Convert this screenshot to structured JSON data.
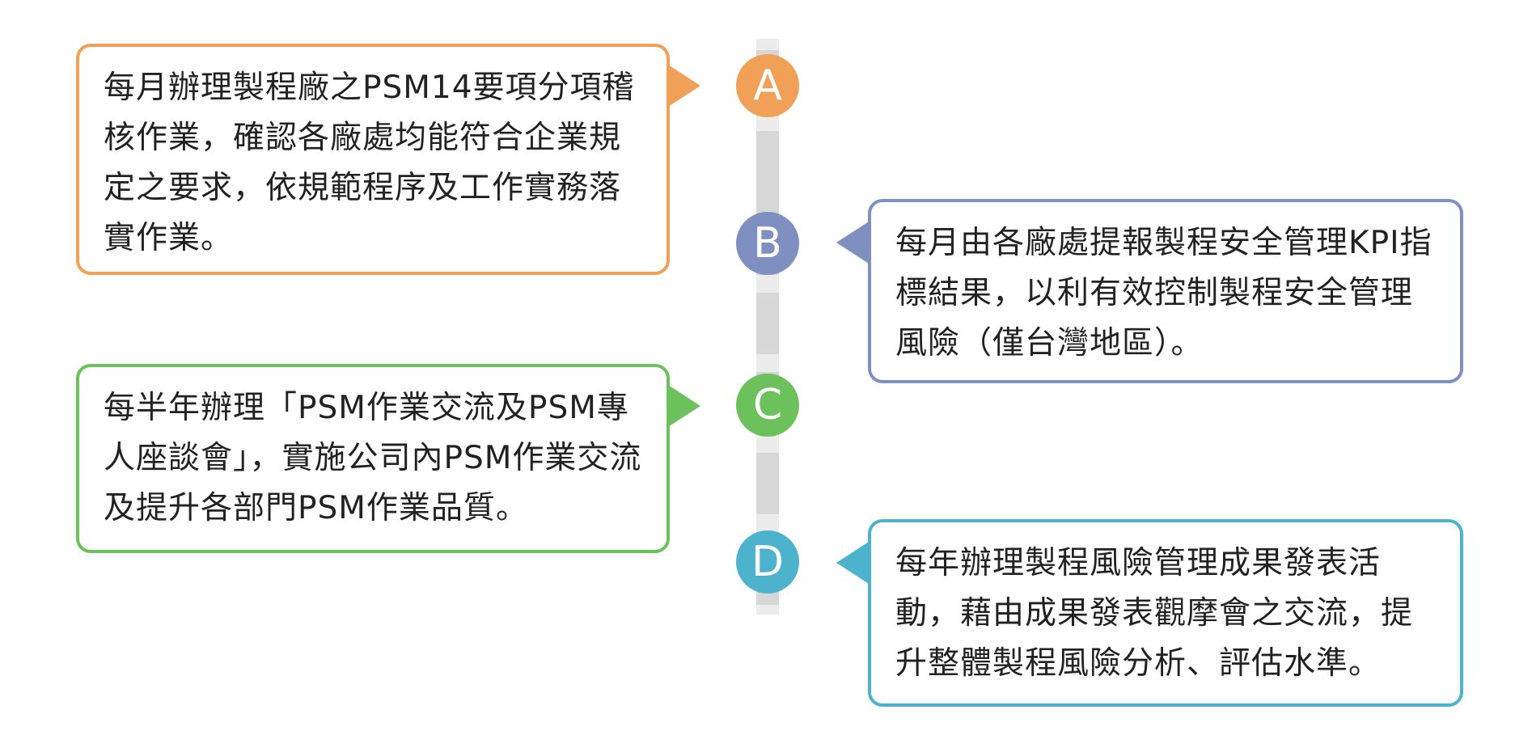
{
  "steps": [
    {
      "marker": "A",
      "color": "#f0a057",
      "side": "left",
      "text": "每月辦理製程廠之PSM14要項分項稽核作業，確認各廠處均能符合企業規定之要求，依規範程序及工作實務落實作業。"
    },
    {
      "marker": "B",
      "color": "#7f8fc0",
      "side": "right",
      "text": "每月由各廠處提報製程安全管理KPI指標結果，以利有效控制製程安全管理風險（僅台灣地區）。"
    },
    {
      "marker": "C",
      "color": "#6cc15c",
      "side": "left",
      "text": "每半年辦理「PSM作業交流及PSM專人座談會」，實施公司內PSM作業交流及提升各部門PSM作業品質。"
    },
    {
      "marker": "D",
      "color": "#4db3cc",
      "side": "right",
      "text": "每年辦理製程風險管理成果發表活動，藉由成果發表觀摩會之交流，提升整體製程風險分析、評估水準。"
    }
  ]
}
